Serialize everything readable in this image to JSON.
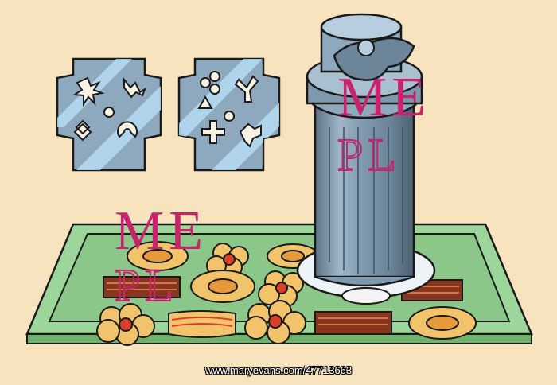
{
  "watermark": {
    "line1": "ME",
    "line2": "PL"
  },
  "credit": "www.maryevans.com/47713663",
  "colors": {
    "background": "#f7e3bd",
    "tray": "#8fcf8c",
    "tube": "#7e98ad",
    "disc": "#8ea8bd",
    "glass_highlight": "#b6dcf5",
    "cookie": "#f1c46b",
    "cookie_inner": "#e79a3c",
    "cookie_red": "#d8402a",
    "bar": "#8a3520",
    "watermark": "#c8246e"
  },
  "icons": [
    "press-disc",
    "cookie-press-tube",
    "baking-tray",
    "ring-cookie",
    "flower-cookie",
    "bar-cookie"
  ]
}
